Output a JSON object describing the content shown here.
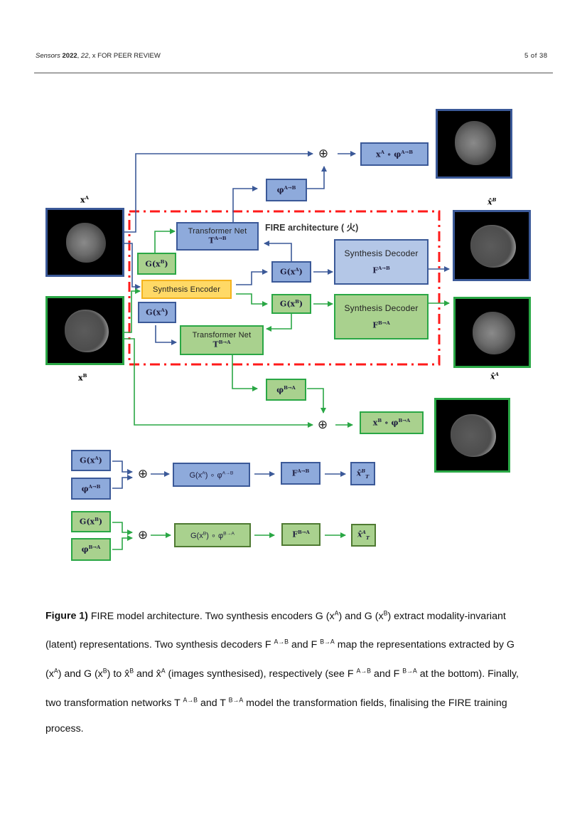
{
  "header": {
    "journal": "Sensors",
    "year": "2022",
    "volume": "22",
    "rest": ", x FOR PEER REVIEW",
    "page": "5  of  38"
  },
  "figure": {
    "region_title": "FIRE architecture ( 火)",
    "inputs": {
      "xA_label": "xA",
      "xB_label": "xB"
    },
    "outputs": {
      "xhatB_label": "x̂B",
      "xhatA_label": "x̂A"
    },
    "boxes": {
      "transformer_ab": {
        "title": "Transformer Net",
        "symbol": "T",
        "sup": "A→B"
      },
      "transformer_ba": {
        "title": "Transformer Net",
        "symbol": "T",
        "sup": "B→A"
      },
      "encoder": {
        "title": "Synthesis Encoder"
      },
      "decoder_ab": {
        "title": "Synthesis Decoder",
        "symbol": "F",
        "sup": "A→B"
      },
      "decoder_ba": {
        "title": "Synthesis Decoder",
        "symbol": "F",
        "sup": "B→A"
      },
      "g_xa": {
        "text": "G(x",
        "sup": "A",
        "close": ")"
      },
      "g_xb": {
        "text": "G(x",
        "sup": "B",
        "close": ")"
      },
      "phi_ab": {
        "text": "φ",
        "sup": "A→B"
      },
      "phi_ba": {
        "text": "φ",
        "sup": "B→A"
      },
      "warp_a": {
        "text": "x",
        "sup1": "A",
        "mid": " ∘ φ",
        "sup2": "A→B"
      },
      "warp_b": {
        "text": "x",
        "sup1": "B",
        "mid": " ∘ φ",
        "sup2": "B→A"
      }
    },
    "bottom_rows": [
      {
        "in1": {
          "text": "G(x",
          "sup": "A",
          "close": ")"
        },
        "in2": {
          "text": "φ",
          "sup": "A→B"
        },
        "combined": {
          "text": "G(x",
          "sup1": "A",
          "mid": ") ∘ φ",
          "sup2": "A→B"
        },
        "decoder": {
          "text": "F",
          "sup": "A→B"
        },
        "output": {
          "text": "x̂",
          "sup": "B",
          "sub": "T"
        }
      },
      {
        "in1": {
          "text": "G(x",
          "sup": "B",
          "close": ")"
        },
        "in2": {
          "text": "φ",
          "sup": "B→A"
        },
        "combined": {
          "text": "G(x",
          "sup1": "B",
          "mid": ") ∘ φ",
          "sup2": "B→A"
        },
        "decoder": {
          "text": "F",
          "sup": "B→A"
        },
        "output": {
          "text": "x̂",
          "sup": "A",
          "sub": "T"
        }
      }
    ],
    "plus_symbol": "⊕",
    "colors": {
      "blue_fill": "#8eaadb",
      "light_blue_fill": "#b4c7e7",
      "blue_border": "#3b5998",
      "green_fill": "#a9d18e",
      "green_border": "#2aa745",
      "encoder_fill": "#ffd966",
      "encoder_border": "#f4b31e",
      "fire_region": "#ff0000"
    }
  },
  "caption": {
    "label": "Figure 1)",
    "lines": [
      " FIRE model architecture. Two synthesis encoders G (x^A) and G (x^B) extract modality-invariant",
      "(latent) representations. Two synthesis decoders F ^A→B and F ^B→A map the representations extracted by G",
      "(x^A) and G (x^B) to x̂^B and x̂^A (images synthesised), respectively (see F ^A→B and F ^B→A at the bottom). Finally,",
      "two transformation networks T ^A→B and T ^B→A model the transformation fields, finalising the FIRE training",
      "process."
    ]
  }
}
